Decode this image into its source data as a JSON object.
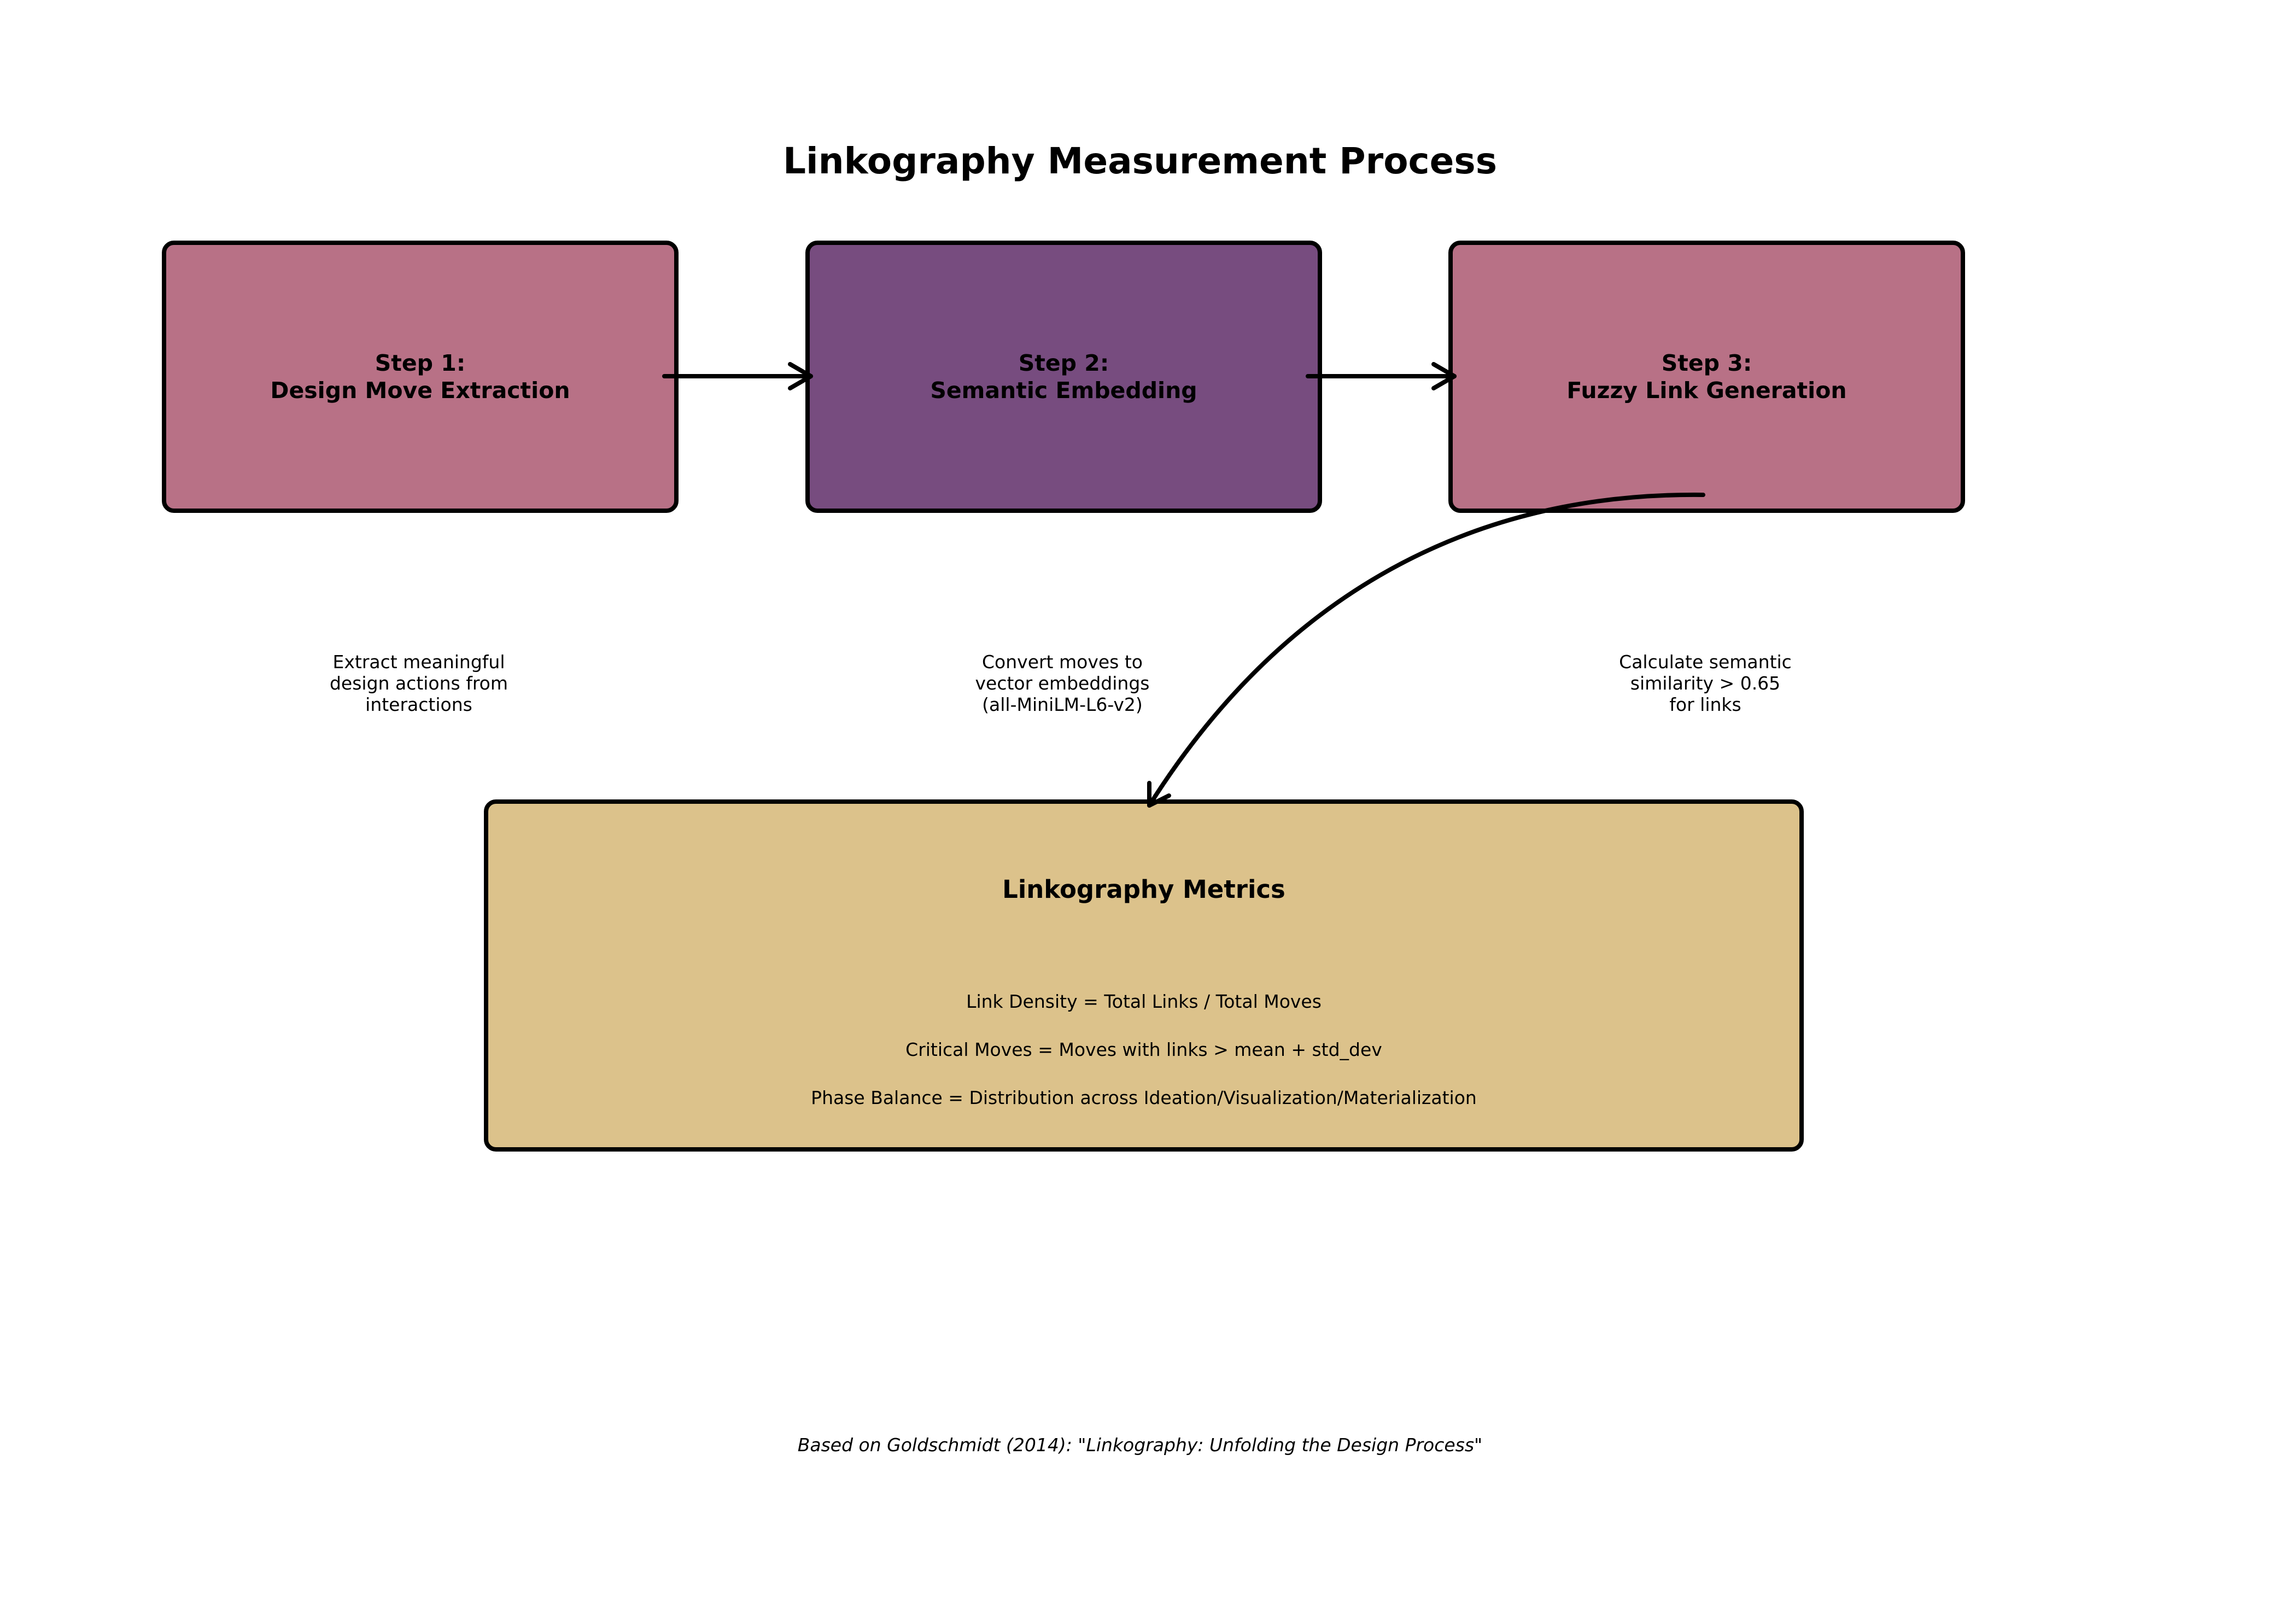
{
  "title": "Linkography Measurement Process",
  "colors": {
    "step_light": "#b87186",
    "step_dark": "#774c7f",
    "metrics": "#dcc28b",
    "border": "#000000"
  },
  "steps": [
    {
      "label": "Step 1:\nDesign Move Extraction",
      "description": "Extract meaningful\ndesign actions from\ninteractions",
      "color": "#b87186"
    },
    {
      "label": "Step 2:\nSemantic Embedding",
      "description": "Convert moves to\nvector embeddings\n(all-MiniLM-L6-v2)",
      "color": "#774c7f"
    },
    {
      "label": "Step 3:\nFuzzy Link Generation",
      "description": "Calculate semantic\nsimilarity > 0.65\nfor links",
      "color": "#b87186"
    }
  ],
  "metrics": {
    "title": "Linkography Metrics",
    "items": [
      "Link Density = Total Links / Total Moves",
      "Critical Moves = Moves with links > mean + std_dev",
      "Phase Balance = Distribution across Ideation/Visualization/Materialization"
    ]
  },
  "footnote": "Based on Goldschmidt (2014): \"Linkography: Unfolding the Design Process\""
}
